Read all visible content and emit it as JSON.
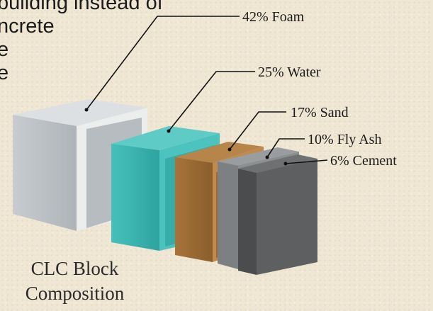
{
  "background_text": [
    "building instead of",
    "ncrete",
    "e",
    "",
    "e"
  ],
  "components": [
    {
      "label": "42% Foam",
      "percent": 42,
      "material": "Foam",
      "color": "#c5c9cc"
    },
    {
      "label": "25% Water",
      "percent": 25,
      "material": "Water",
      "color": "#3fb7b3"
    },
    {
      "label": "17% Sand",
      "percent": 17,
      "material": "Sand",
      "color": "#9a6a35"
    },
    {
      "label": "10% Fly Ash",
      "percent": 10,
      "material": "Fly Ash",
      "color": "#85888b"
    },
    {
      "label": "6% Cement",
      "percent": 6,
      "material": "Cement",
      "color": "#5a5c5e"
    }
  ],
  "caption": {
    "line1": "CLC Block",
    "line2": "Composition"
  }
}
